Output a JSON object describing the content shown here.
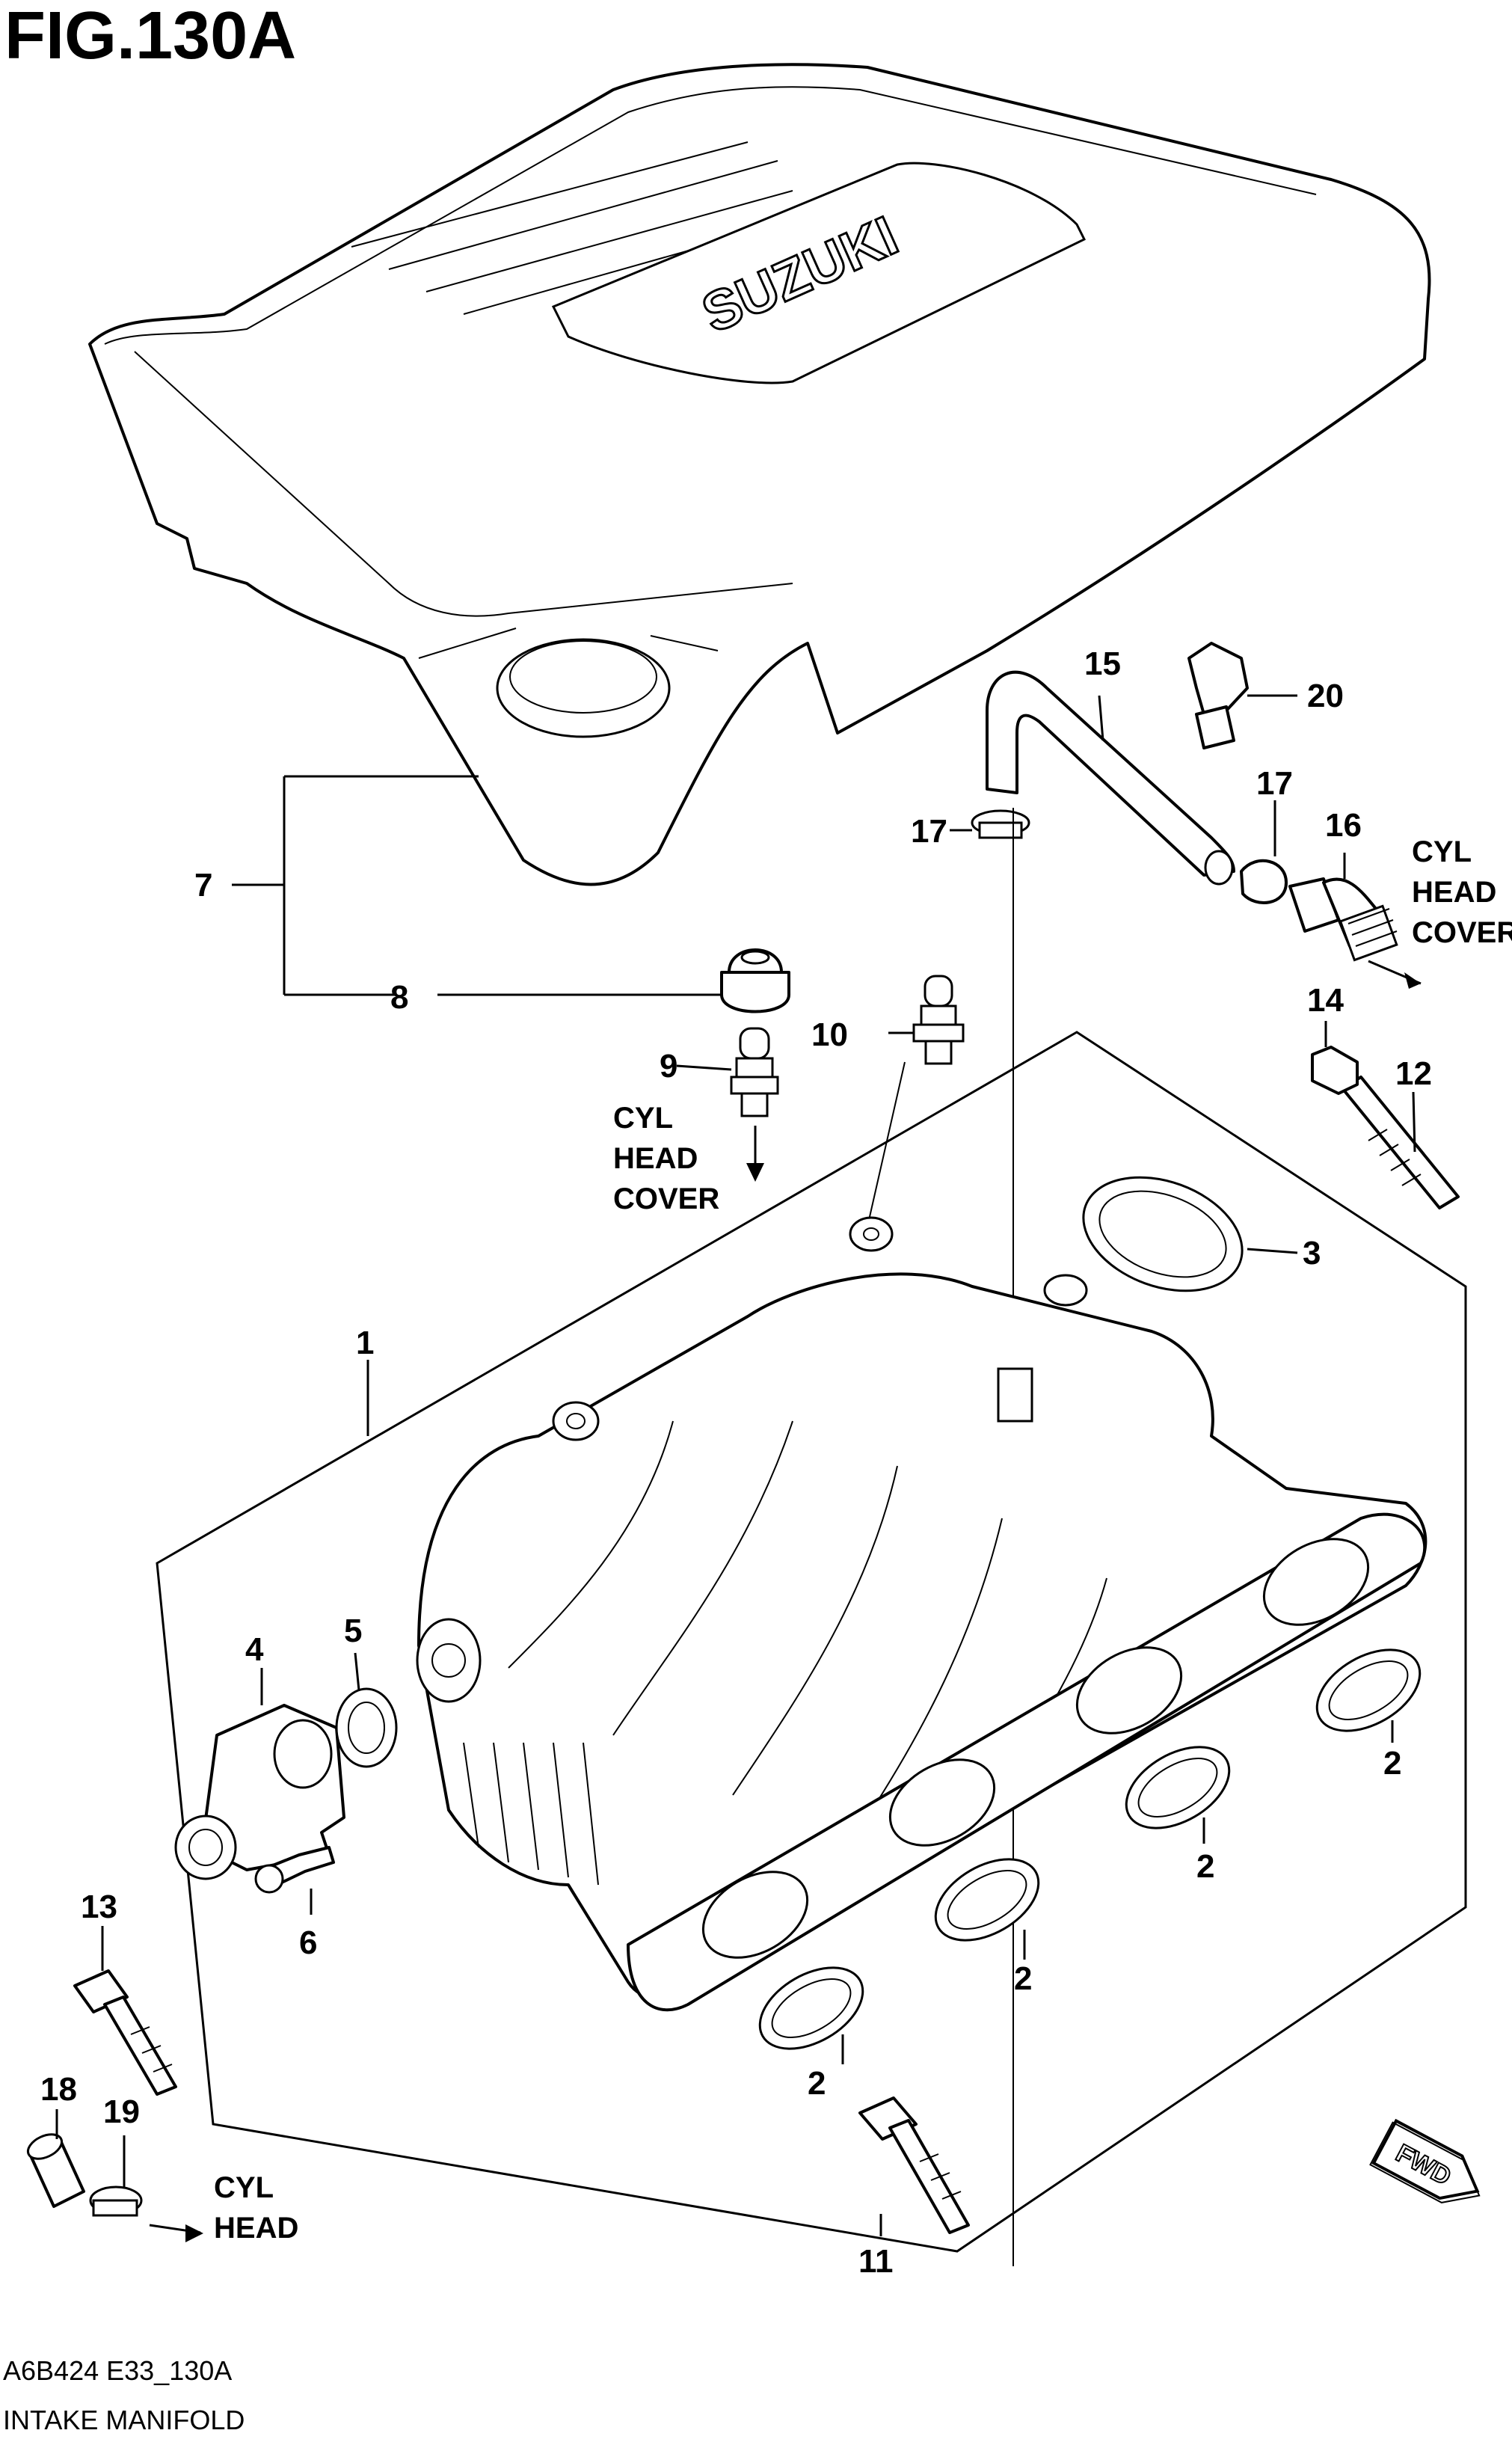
{
  "figure": {
    "title": "FIG.130A",
    "code": "A6B424 E33_130A",
    "name": "INTAKE MANIFOLD"
  },
  "brand_on_cover": "SUZUKI",
  "fwd_badge": "FWD",
  "callouts": {
    "c1": "1",
    "c2a": "2",
    "c2b": "2",
    "c2c": "2",
    "c2d": "2",
    "c3": "3",
    "c4": "4",
    "c5": "5",
    "c6": "6",
    "c7": "7",
    "c8": "8",
    "c9": "9",
    "c10": "10",
    "c11": "11",
    "c12": "12",
    "c13": "13",
    "c14": "14",
    "c15": "15",
    "c16": "16",
    "c17a": "17",
    "c17b": "17",
    "c18": "18",
    "c19": "19",
    "c20": "20"
  },
  "notes": {
    "cylhead_cover_top": [
      "CYL",
      "HEAD",
      "COVER"
    ],
    "cylhead_cover_mid": [
      "CYL",
      "HEAD",
      "COVER"
    ],
    "cylhead_bottom": [
      "CYL",
      "HEAD"
    ]
  }
}
